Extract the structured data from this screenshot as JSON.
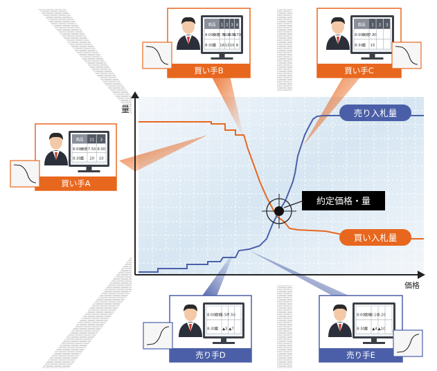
{
  "axes": {
    "y_label": "量",
    "x_label": "価格"
  },
  "lines": {
    "sell_label": "売り入札量",
    "buy_label": "買い入札量",
    "equilibrium_label": "約定価格・量"
  },
  "colors": {
    "sell": "#4b5fa8",
    "buy": "#e8671e",
    "buyer_panel": "#e8671e",
    "seller_panel": "#4b5fa8"
  },
  "buyers": [
    {
      "id": "A",
      "name": "買い手A",
      "table": {
        "header": [
          "商品",
          "21",
          "3"
        ],
        "rows": [
          {
            "time": "8:00",
            "type": "価格",
            "cells": [
              "7.50",
              "8.00"
            ]
          },
          {
            "time": "8:30",
            "type": "量",
            "cells": [
              "20",
              "10"
            ]
          }
        ]
      }
    },
    {
      "id": "B",
      "name": "買い手B",
      "table": {
        "header": [
          "商品",
          "1",
          "2",
          "3",
          "4"
        ],
        "rows": [
          {
            "time": "8:00",
            "type": "価格",
            "cells": [
              "7.70",
              "8.00",
              "8.50",
              "8.70"
            ]
          },
          {
            "time": "8:30",
            "type": "量",
            "cells": [
              "18",
              "13",
              "10",
              "8"
            ]
          }
        ]
      }
    },
    {
      "id": "C",
      "name": "買い手C",
      "table": {
        "header": [
          "商品",
          "1",
          "2",
          "3"
        ],
        "rows": [
          {
            "time": "8:00",
            "type": "価格",
            "cells": [
              "7.80",
              "",
              ""
            ]
          },
          {
            "time": "8:30",
            "type": "量",
            "cells": [
              "15",
              "",
              ""
            ]
          }
        ]
      }
    }
  ],
  "sellers": [
    {
      "id": "D",
      "name": "売り手D",
      "table": {
        "rows": [
          {
            "time": "8:00",
            "type": "価格",
            "cells": [
              "5.50",
              "7.50",
              ""
            ]
          },
          {
            "time": "8:30",
            "type": "量",
            "cells": [
              "▲3",
              "▲7",
              ""
            ]
          }
        ]
      }
    },
    {
      "id": "E",
      "name": "売り手E",
      "table": {
        "rows": [
          {
            "time": "8:00",
            "type": "価格",
            "cells": [
              "6.10",
              "8.20",
              ""
            ]
          },
          {
            "time": "8:30",
            "type": "量",
            "cells": [
              "▲4",
              "▲10",
              ""
            ]
          }
        ]
      }
    }
  ]
}
